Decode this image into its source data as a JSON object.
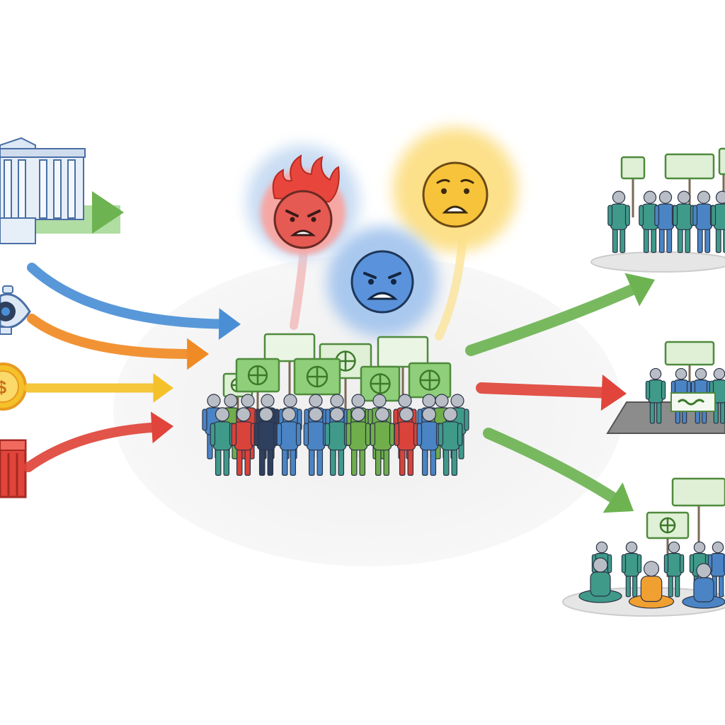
{
  "diagram": {
    "inputs": [
      {
        "id": "government",
        "icon": "government-building-icon",
        "color": "#4a8fd6"
      },
      {
        "id": "surveillance",
        "icon": "eye-icon",
        "color": "#4a8fd6"
      },
      {
        "id": "economy",
        "icon": "dollar-coin-icon",
        "color": "#f5a623"
      },
      {
        "id": "crisis",
        "icon": "red-box-icon",
        "color": "#e0443a"
      }
    ],
    "input_arrow_colors": [
      "#4a8fd6",
      "#f08a24",
      "#f5c12a",
      "#e0443a"
    ],
    "emotions": [
      {
        "id": "anger",
        "icon": "angry-face-icon",
        "color": "#e8463c"
      },
      {
        "id": "sadness",
        "icon": "sad-face-icon",
        "color": "#4a8fd6"
      },
      {
        "id": "fear",
        "icon": "worried-face-icon",
        "color": "#f5c12a"
      }
    ],
    "outcome_arrow_colors": [
      "#6db352",
      "#e0443a",
      "#6db352"
    ],
    "outcomes": [
      {
        "id": "march",
        "icon": "marching-protesters-icon"
      },
      {
        "id": "banner-rally",
        "icon": "banner-rally-icon"
      },
      {
        "id": "sit-in",
        "icon": "sit-in-protest-icon"
      }
    ],
    "palette": {
      "sign_green": "#8fcf7a",
      "sign_light": "#dff0d6",
      "person_blue": "#4a84c4",
      "person_teal": "#3f9a8a",
      "person_green": "#6fae4a",
      "person_red": "#d9433a",
      "person_navy": "#2f3f5e",
      "person_orange": "#f0a030"
    }
  }
}
